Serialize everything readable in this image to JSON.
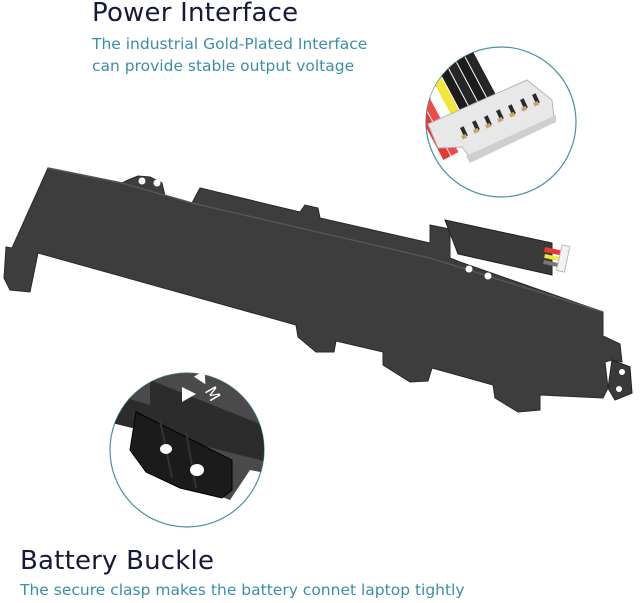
{
  "power_interface": {
    "title": "Power Interface",
    "description_line1": "The industrial Gold-Plated Interface",
    "description_line2": "can provide stable output voltage"
  },
  "battery_buckle": {
    "title": "Battery Buckle",
    "description": "The secure clasp makes the battery connet laptop tightly"
  },
  "callout_buckle": {
    "label_glyph": "▶ M"
  },
  "colors": {
    "heading": "#16193a",
    "subtext": "#3a8fa6",
    "battery_body": "#3b3b3b",
    "callout_ring": "#4a8fa3",
    "wire_red": "#e53935",
    "wire_yellow": "#f3e53a",
    "wire_black": "#1c1c1c",
    "connector_housing": "#e6e6e6"
  }
}
